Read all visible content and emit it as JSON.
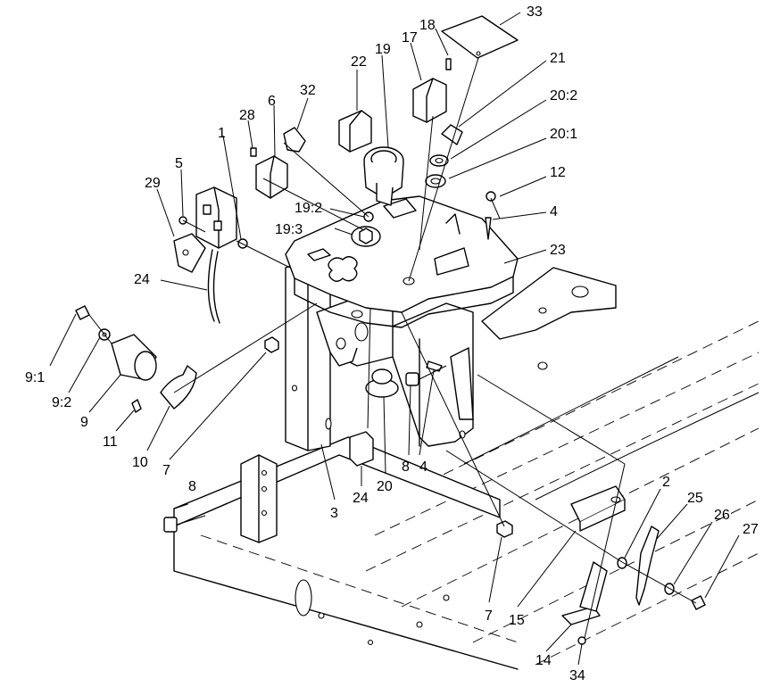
{
  "diagram": {
    "callouts": [
      {
        "id": "c33",
        "text": "33"
      },
      {
        "id": "c18",
        "text": "18"
      },
      {
        "id": "c17",
        "text": "17"
      },
      {
        "id": "c19",
        "text": "19"
      },
      {
        "id": "c22",
        "text": "22"
      },
      {
        "id": "c21",
        "text": "21"
      },
      {
        "id": "c20_2",
        "text": "20:2"
      },
      {
        "id": "c20_1",
        "text": "20:1"
      },
      {
        "id": "c32",
        "text": "32"
      },
      {
        "id": "c6",
        "text": "6"
      },
      {
        "id": "c28",
        "text": "28"
      },
      {
        "id": "c1",
        "text": "1"
      },
      {
        "id": "c5",
        "text": "5"
      },
      {
        "id": "c29",
        "text": "29"
      },
      {
        "id": "c12",
        "text": "12"
      },
      {
        "id": "c4a",
        "text": "4"
      },
      {
        "id": "c19_2",
        "text": "19:2"
      },
      {
        "id": "c19_3",
        "text": "19:3"
      },
      {
        "id": "c23",
        "text": "23"
      },
      {
        "id": "c24a",
        "text": "24"
      },
      {
        "id": "c9_1",
        "text": "9:1"
      },
      {
        "id": "c9_2",
        "text": "9:2"
      },
      {
        "id": "c9",
        "text": "9"
      },
      {
        "id": "c11",
        "text": "11"
      },
      {
        "id": "c10",
        "text": "10"
      },
      {
        "id": "c7a",
        "text": "7"
      },
      {
        "id": "c8a",
        "text": "8"
      },
      {
        "id": "c4b",
        "text": "4"
      },
      {
        "id": "c20",
        "text": "20"
      },
      {
        "id": "c24b",
        "text": "24"
      },
      {
        "id": "c3",
        "text": "3"
      },
      {
        "id": "c8b",
        "text": "8"
      },
      {
        "id": "c7b",
        "text": "7"
      },
      {
        "id": "c2",
        "text": "2"
      },
      {
        "id": "c25",
        "text": "25"
      },
      {
        "id": "c26",
        "text": "26"
      },
      {
        "id": "c27",
        "text": "27"
      },
      {
        "id": "c15",
        "text": "15"
      },
      {
        "id": "c14",
        "text": "14"
      },
      {
        "id": "c34",
        "text": "34"
      }
    ]
  }
}
